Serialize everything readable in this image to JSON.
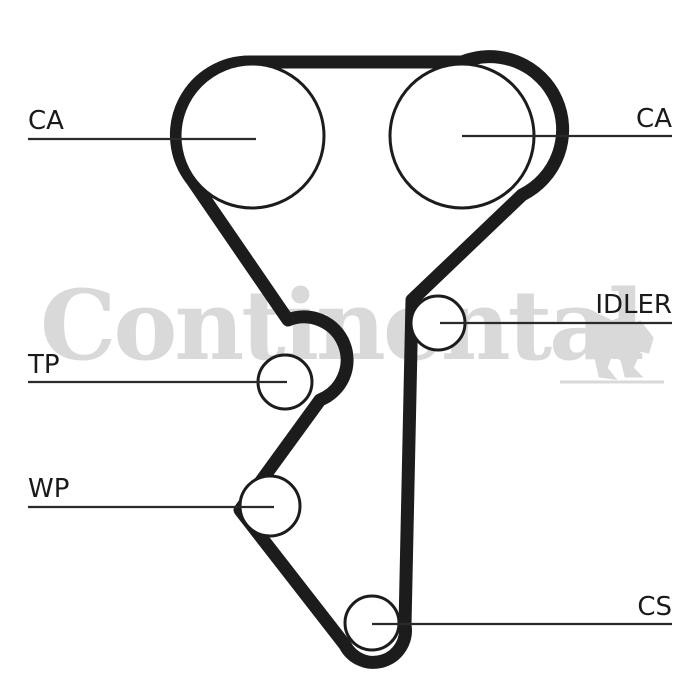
{
  "watermark": {
    "brand": "Continental",
    "logo": "rearing-horse-icon"
  },
  "labels": {
    "cam_left": "CA",
    "cam_right": "CA",
    "idler": "IDLER",
    "tensioner": "TP",
    "water_pump": "WP",
    "crankshaft": "CS"
  },
  "colors": {
    "belt": "#1c1c1c",
    "watermark": "#d9d9d9"
  }
}
